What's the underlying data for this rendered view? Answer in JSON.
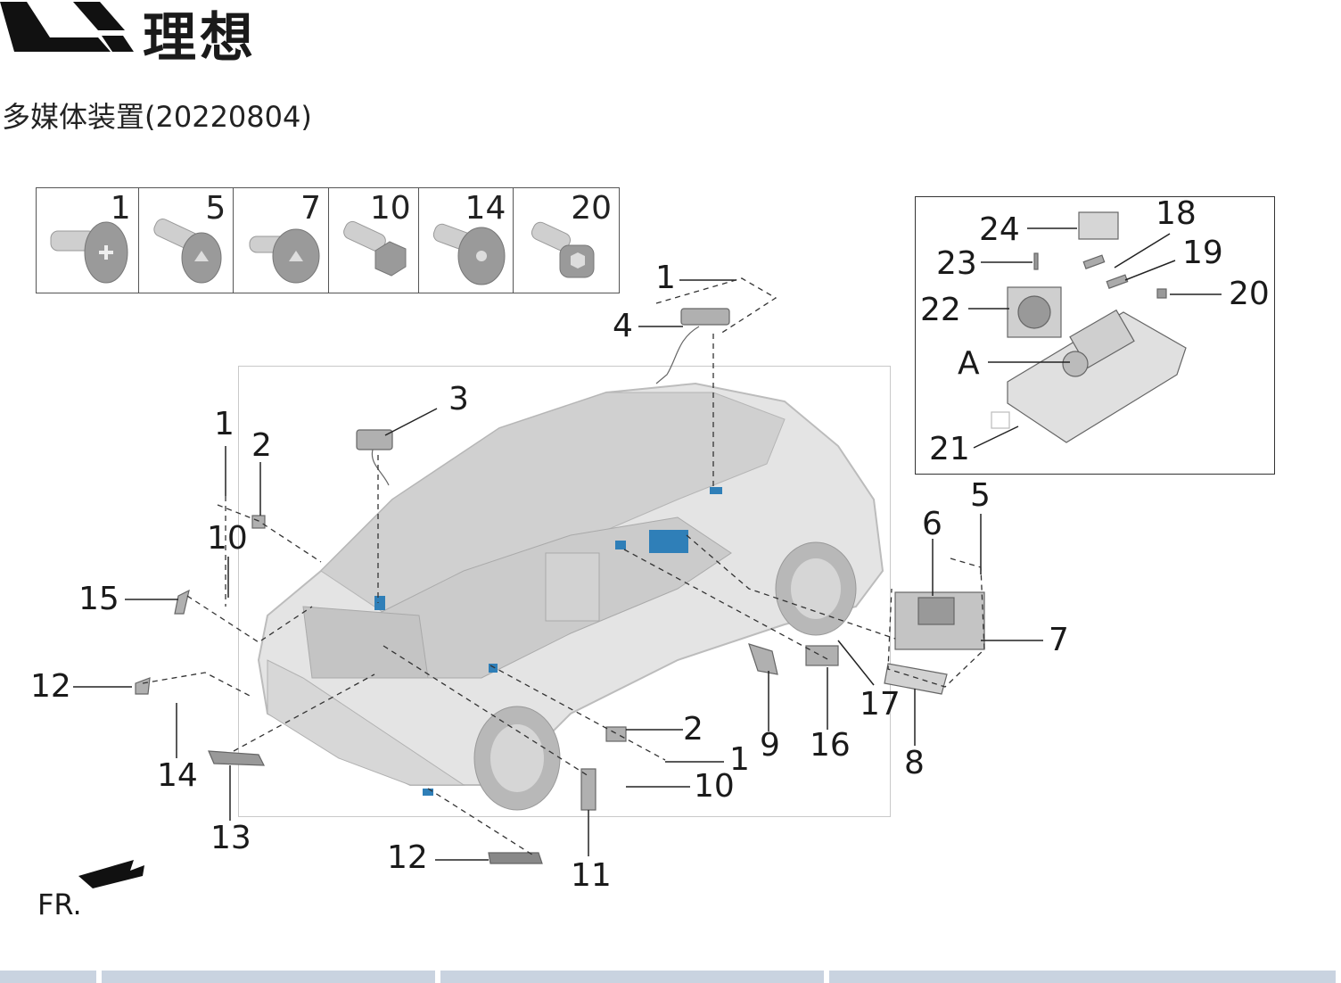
{
  "brand": {
    "name": "理想",
    "logo_icon": "li-auto-logo-icon"
  },
  "page_title": "多媒体装置(20220804)",
  "fastener_table": [
    {
      "number": "1"
    },
    {
      "number": "5"
    },
    {
      "number": "7"
    },
    {
      "number": "10"
    },
    {
      "number": "14"
    },
    {
      "number": "20"
    }
  ],
  "callouts": {
    "c1_top": "1",
    "c4": "4",
    "c3": "3",
    "c1_left": "1",
    "c2_left": "2",
    "c10_left": "10",
    "c15": "15",
    "c12_left": "12",
    "c14": "14",
    "c13": "13",
    "c12_bottom": "12",
    "c11": "11",
    "c10_bottom": "10",
    "c1_bottom": "1",
    "c2_bottom": "2",
    "c9": "9",
    "c16": "16",
    "c17": "17",
    "c8": "8",
    "c7": "7",
    "c6": "6",
    "c5": "5"
  },
  "inset_callouts": {
    "c24": "24",
    "c18": "18",
    "c23": "23",
    "c19": "19",
    "c22": "22",
    "c20": "20",
    "cA": "A",
    "c21": "21"
  },
  "front_direction": {
    "label": "FR.",
    "icon": "arrow-front-icon"
  },
  "colors": {
    "line": "#222222",
    "car_body": "#d9d9d9",
    "part_highlight": "#2f7fb8",
    "bottom_bar": "#c9d3e0"
  }
}
